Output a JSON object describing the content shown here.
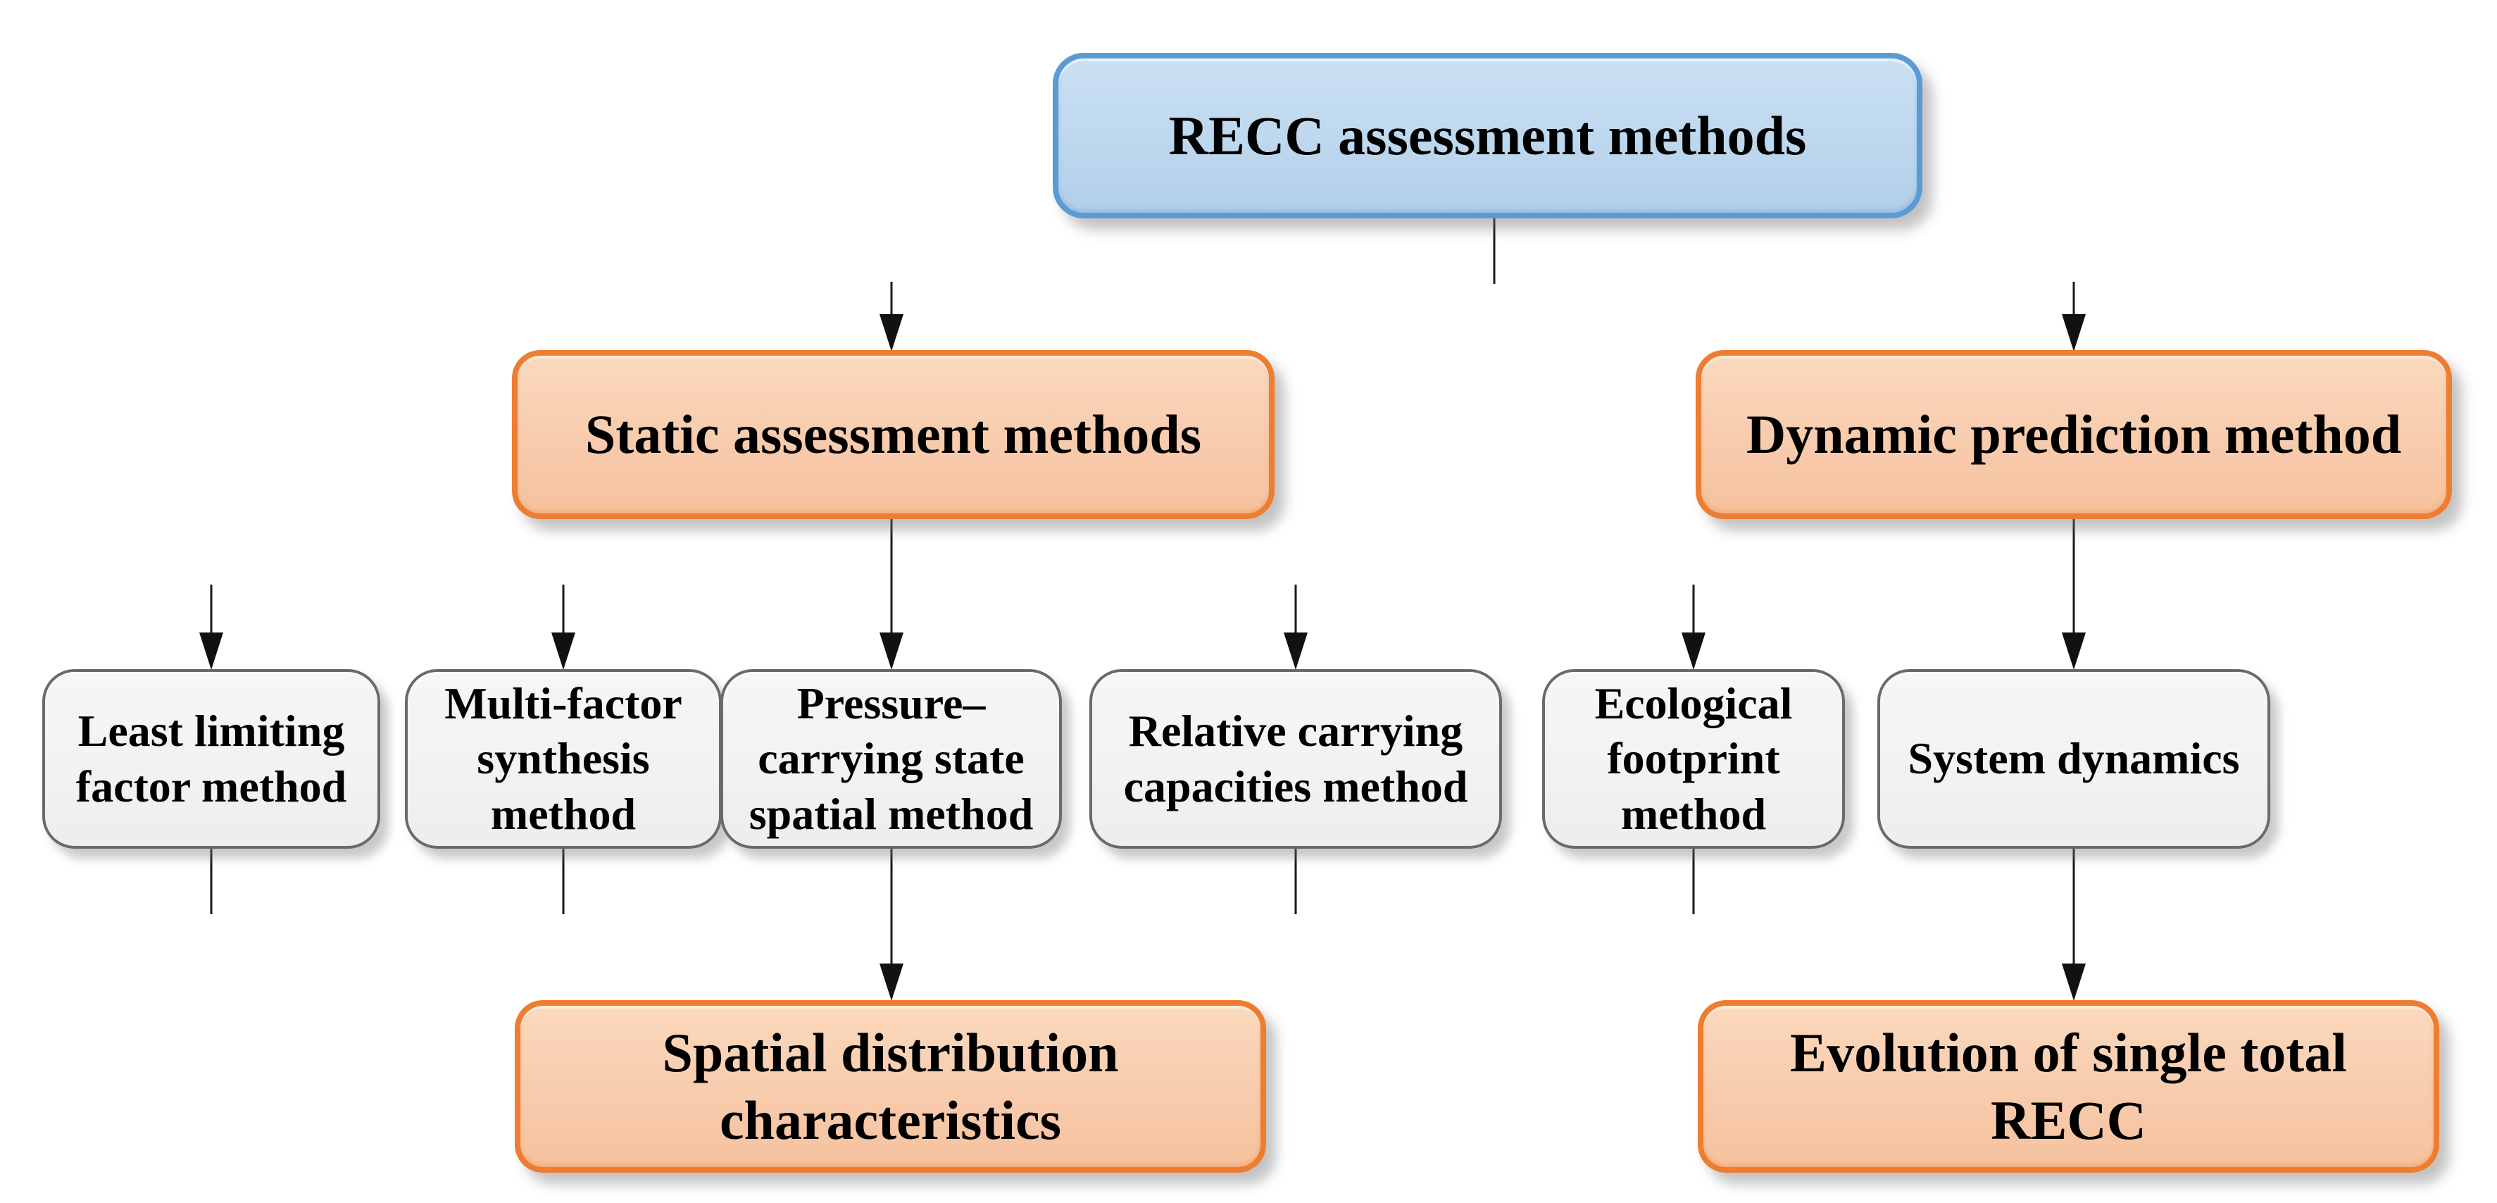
{
  "diagram": {
    "type": "flowchart",
    "background": "#FFFFFF",
    "colors": {
      "root_fill": "#BDD7EE",
      "root_border": "#5B9BD5",
      "category_fill": "#F8CBAD",
      "category_border": "#ED7D31",
      "method_fill": "#F2F2F2",
      "method_border": "#6A6A6A",
      "connector_vertical": "#1A1A1A",
      "connector_horizontal": "#4D4D4D",
      "arrowhead": "#111111",
      "text": "#000000"
    },
    "nodes": {
      "recc_assessment_methods": {
        "label": "RECC assessment methods",
        "type": "root"
      },
      "static_assessment_methods": {
        "label": "Static assessment methods",
        "type": "category"
      },
      "dynamic_prediction_method": {
        "label": "Dynamic prediction method",
        "type": "category"
      },
      "least_limiting_factor_method": {
        "label": "Least limiting\nfactor method",
        "type": "method"
      },
      "multi_factor_synthesis_method": {
        "label": "Multi-factor\nsynthesis\nmethod",
        "type": "method"
      },
      "pressure_carrying_state_spatial_method": {
        "label": "Pressure–\ncarrying state\nspatial method",
        "type": "method"
      },
      "relative_carrying_capacities_method": {
        "label": "Relative carrying\ncapacities method",
        "type": "method"
      },
      "ecological_footprint_method": {
        "label": "Ecological\nfootprint\nmethod",
        "type": "method"
      },
      "system_dynamics": {
        "label": "System dynamics",
        "type": "method"
      },
      "spatial_distribution_characteristics": {
        "label": "Spatial distribution\ncharacteristics",
        "type": "outcome"
      },
      "evolution_of_single_total_recc": {
        "label": "Evolution of single total\nRECC",
        "type": "outcome"
      }
    },
    "edges": [
      {
        "from": "recc_assessment_methods",
        "to": "static_assessment_methods"
      },
      {
        "from": "recc_assessment_methods",
        "to": "dynamic_prediction_method"
      },
      {
        "from": "static_assessment_methods",
        "to": "least_limiting_factor_method"
      },
      {
        "from": "static_assessment_methods",
        "to": "multi_factor_synthesis_method"
      },
      {
        "from": "static_assessment_methods",
        "to": "pressure_carrying_state_spatial_method"
      },
      {
        "from": "static_assessment_methods",
        "to": "relative_carrying_capacities_method"
      },
      {
        "from": "static_assessment_methods",
        "to": "ecological_footprint_method"
      },
      {
        "from": "least_limiting_factor_method",
        "to": "spatial_distribution_characteristics"
      },
      {
        "from": "multi_factor_synthesis_method",
        "to": "spatial_distribution_characteristics"
      },
      {
        "from": "pressure_carrying_state_spatial_method",
        "to": "spatial_distribution_characteristics"
      },
      {
        "from": "relative_carrying_capacities_method",
        "to": "spatial_distribution_characteristics"
      },
      {
        "from": "ecological_footprint_method",
        "to": "spatial_distribution_characteristics"
      },
      {
        "from": "dynamic_prediction_method",
        "to": "system_dynamics"
      },
      {
        "from": "system_dynamics",
        "to": "evolution_of_single_total_recc"
      }
    ]
  }
}
